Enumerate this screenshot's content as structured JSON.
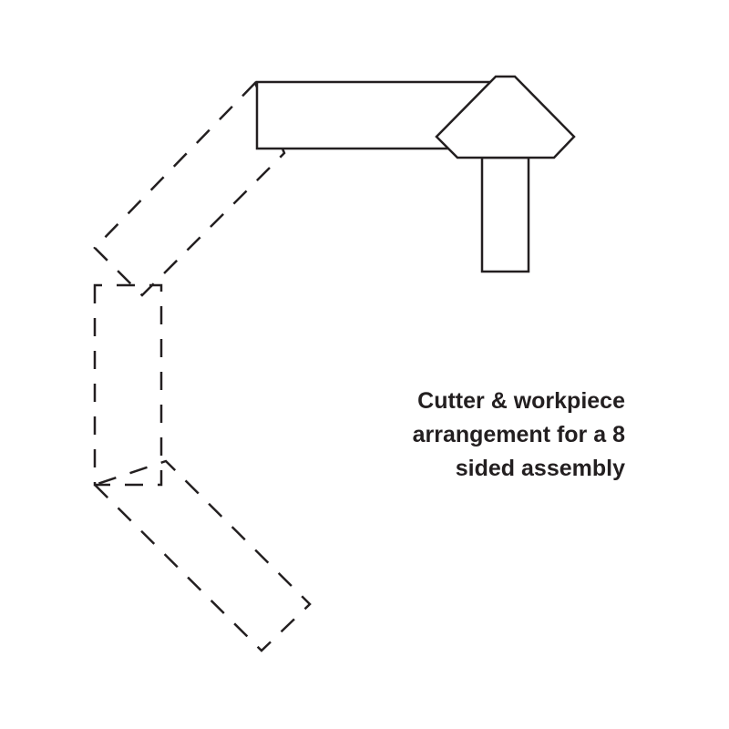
{
  "caption": {
    "lines": [
      "Cutter & workpiece",
      "arrangement for a 8",
      "sided assembly"
    ]
  },
  "colors": {
    "line": "#231f20",
    "background": "#ffffff"
  }
}
